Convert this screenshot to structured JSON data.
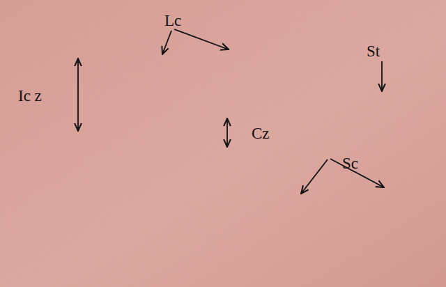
{
  "diagram": {
    "labels": [
      "Lc",
      "St",
      "Ic z",
      "Cz",
      "Sc"
    ]
  }
}
